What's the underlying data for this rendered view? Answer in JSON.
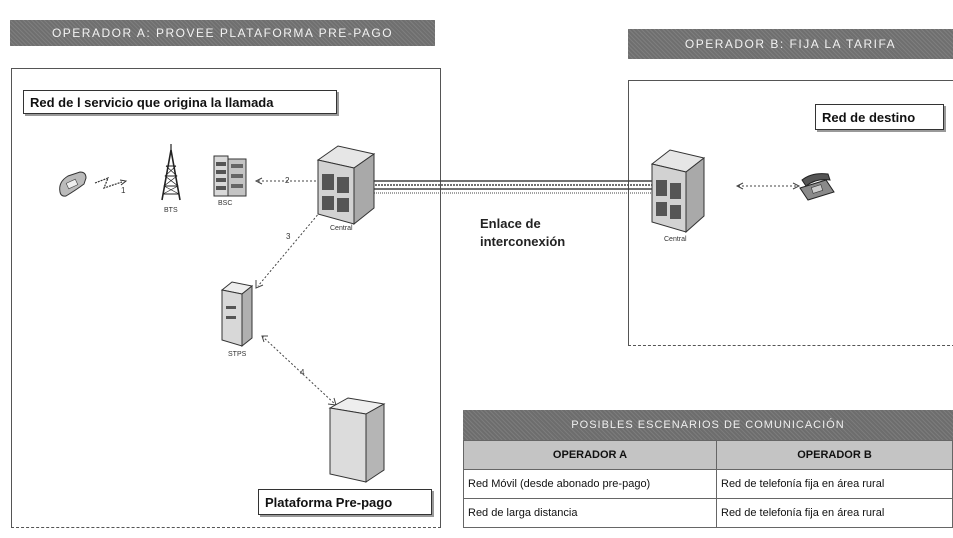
{
  "banner_a": "OPERADOR A: PROVEE PLATAFORMA PRE-PAGO",
  "banner_b": "OPERADOR B: FIJA LA TARIFA",
  "network_a_label": "Red de l servicio que origina la llamada",
  "network_b_label": "Red de destino",
  "platform_label": "Plataforma Pre-pago",
  "link_label_line1": "Enlace de",
  "link_label_line2": "interconexión",
  "nodes": {
    "bts": "BTS",
    "bsc": "BSC",
    "central_a": "Central",
    "stp": "STPS",
    "central_b": "Central"
  },
  "link_numbers": [
    "1",
    "2",
    "3",
    "4"
  ],
  "table": {
    "title": "POSIBLES ESCENARIOS DE COMUNICACIÓN",
    "headers": [
      "OPERADOR A",
      "OPERADOR B"
    ],
    "rows": [
      [
        "Red Móvil (desde abonado pre-pago)",
        "Red de telefonía fija en área rural"
      ],
      [
        "Red de larga distancia",
        "Red de telefonía fija en área rural"
      ]
    ]
  }
}
